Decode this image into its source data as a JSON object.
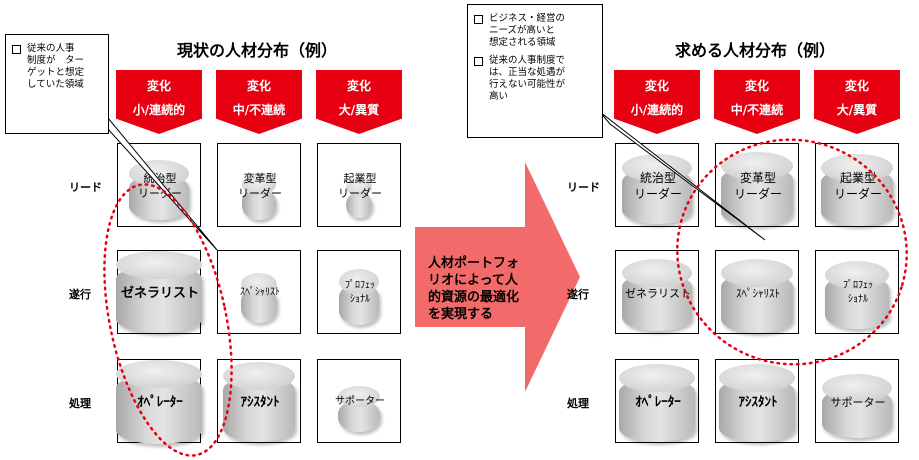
{
  "left_title": "現状の人材分布（例）",
  "right_title": "求める人材分布（例）",
  "columns": [
    {
      "top": "変化",
      "bottom": "小/連続的"
    },
    {
      "top": "変化",
      "bottom": "中/不連続"
    },
    {
      "top": "変化",
      "bottom": "大/異質"
    }
  ],
  "rows": [
    "リード",
    "遂行",
    "処理"
  ],
  "left_labels": [
    [
      "統治型\nリーダー",
      "変革型\nリーダー",
      "起業型\nリーダー"
    ],
    [
      "ゼネラリスト",
      "ｽﾍﾟｼｬﾘｽﾄ",
      "ﾌﾟﾛﾌｪｯ\nｼｮﾅﾙ"
    ],
    [
      "ｵﾍﾟﾚｰﾀｰ",
      "ｱｼｽﾀﾝﾄ",
      "サポーター"
    ]
  ],
  "right_labels": [
    [
      "統治型\nリーダー",
      "変革型\nリーダー",
      "起業型\nリーダー"
    ],
    [
      "ゼネラリスト",
      "ｽﾍﾟｼｬﾘｽﾄ",
      "ﾌﾟﾛﾌｪｯ\nｼｮﾅﾙ"
    ],
    [
      "ｵﾍﾟﾚｰﾀｰ",
      "ｱｼｽﾀﾝﾄ",
      "サポーター"
    ]
  ],
  "left_note": [
    "従来の人事\n制度が　ター\nゲットと想定\nしていた領域"
  ],
  "right_note": [
    "ビジネス・経営の\nニーズが高いと\n想定される領域",
    "従来の人事制度で\nは、正当な処遇が\n行えない可能性が\n高い"
  ],
  "arrow_text": "人材ポートフォリオによって人的資源の最適化を実現する",
  "colors": {
    "header_red": "#e60012",
    "arrow": "#f26a6a",
    "dotted": "#e60012"
  }
}
